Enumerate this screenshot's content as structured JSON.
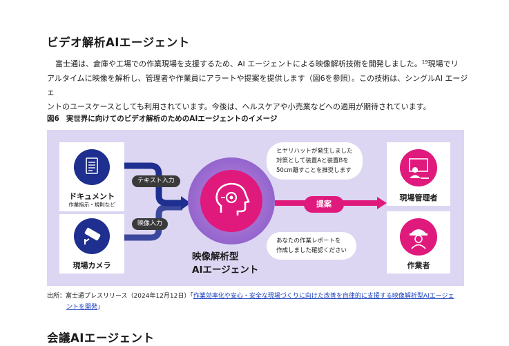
{
  "section1": {
    "heading": "ビデオ解析AIエージェント",
    "paragraph_line1": "富士通は、倉庫や工場での作業現場を支援するため、AI エージェントによる映像解析技術を開発しました。",
    "footnote": "19",
    "paragraph_line1b": "現場でリ",
    "paragraph_line2": "アルタイムに映像を解析し、管理者や作業員にアラートや提案を提供します（図6を参照）。この技術は、シングルAI エージェ",
    "paragraph_line3": "ントのユースケースとしても利用されています。今後は、ヘルスケアや小売業などへの適用が期待されています。"
  },
  "figure": {
    "label": "図6",
    "caption": "実世界に向けてのビデオ解析のためのAIエージェントのイメージ",
    "document_label": "ドキュメント",
    "document_sub": "作業指示・規則など",
    "camera_label": "現場カメラ",
    "text_input": "テキスト入力",
    "video_input": "映像入力",
    "agent_line1": "映像解析型",
    "agent_line2": "AIエージェント",
    "proposal": "提案",
    "bubble_top_1": "ヒヤリハットが発生しました",
    "bubble_top_2": "対策として装置Aと装置Bを",
    "bubble_top_3": "50cm離すことを推奨します",
    "bubble_bottom_1": "あなたの作業レポートを",
    "bubble_bottom_2": "作成しました確認ください",
    "manager_label": "現場管理者",
    "worker_label": "作業者",
    "colors": {
      "background": "#dcd6f2",
      "blue": "#1e2f8f",
      "magenta": "#e0197d",
      "agent_ring": "#8e5cc9"
    }
  },
  "source": {
    "prefix": "出所：富士通プレスリリース（2024年12月12日）「",
    "link_text_1": "作業効率化や安心・安全な現場づくりに向けた改善を自律的に支援する映像解析型AIエージェ",
    "link_text_2": "ントを開発",
    "suffix": "」"
  },
  "section2": {
    "heading": "会議AIエージェント"
  }
}
